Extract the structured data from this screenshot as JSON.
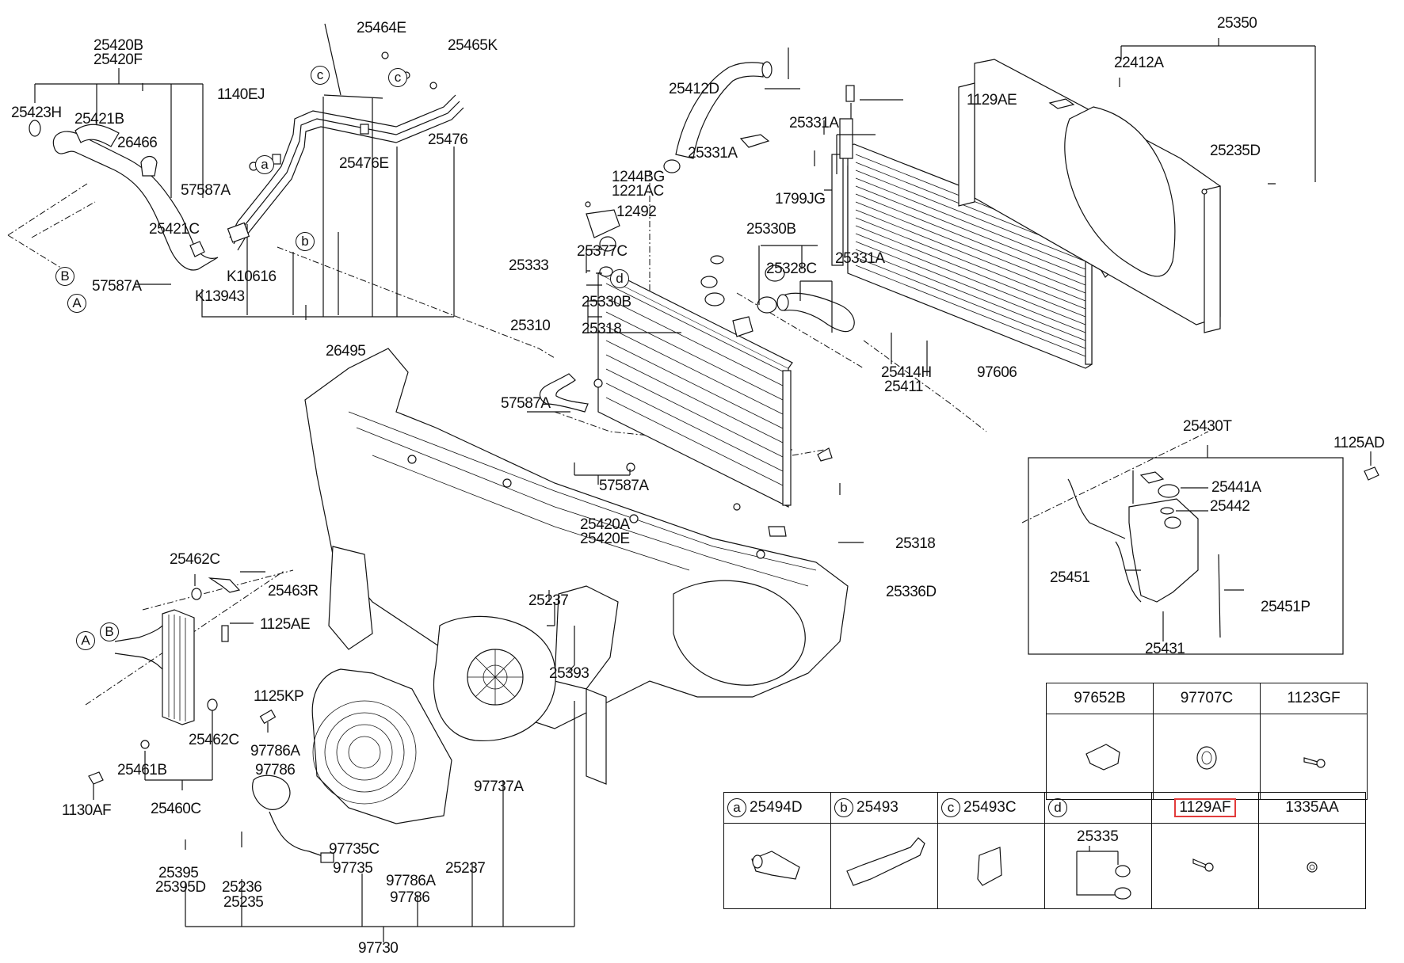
{
  "diagram": {
    "title": "Radiator / Cooling Fan / Condenser / Reservoir Parts Diagram",
    "highlighted_part": "1129AF",
    "highlight_color": "#e23b3b",
    "labels": {
      "p25420B": "25420B",
      "p25420F": "25420F",
      "p25423H": "25423H",
      "p25421B": "25421B",
      "p26466": "26466",
      "p57587A_1": "57587A",
      "p25421C": "25421C",
      "p57587A_2": "57587A",
      "p1140EJ": "1140EJ",
      "pK10616": "K10616",
      "pK13943": "K13943",
      "p26495": "26495",
      "p25464E": "25464E",
      "p25465K": "25465K",
      "p25476": "25476",
      "p25476E": "25476E",
      "p25412D": "25412D",
      "p25331A_1": "25331A",
      "p25331A_2": "25331A",
      "p1799JG": "1799JG",
      "p1244BG": "1244BG",
      "p1221AC": "1221AC",
      "p12492": "12492",
      "p25377C": "25377C",
      "p25333": "25333",
      "p25330B_1": "25330B",
      "p25310": "25310",
      "p25318_1": "25318",
      "p25330B_2": "25330B",
      "p25328C": "25328C",
      "p25331A_3": "25331A",
      "p25414H": "25414H",
      "p25411": "25411",
      "p25350": "25350",
      "p22412A": "22412A",
      "p1129AE": "1129AE",
      "p25235D": "25235D",
      "p97606": "97606",
      "p57587A_3": "57587A",
      "p57587A_4": "57587A",
      "p25420A": "25420A",
      "p25420E": "25420E",
      "p25318_2": "25318",
      "p25336D": "25336D",
      "p25430T": "25430T",
      "p1125AD": "1125AD",
      "p25441A": "25441A",
      "p25442": "25442",
      "p25451": "25451",
      "p25451P": "25451P",
      "p25431": "25431",
      "p25462C_1": "25462C",
      "p25463R": "25463R",
      "p1125AE": "1125AE",
      "p1125KP": "1125KP",
      "p25462C_2": "25462C",
      "p97786A_1": "97786A",
      "p97786_1": "97786",
      "p25461B": "25461B",
      "p1130AF": "1130AF",
      "p25460C": "25460C",
      "p25237_1": "25237",
      "p25393": "25393",
      "p97737A": "97737A",
      "p97735C": "97735C",
      "p97735": "97735",
      "p25395": "25395",
      "p25395D": "25395D",
      "p25236": "25236",
      "p25235": "25235",
      "p97786A_2": "97786A",
      "p97786_2": "97786",
      "p25237_2": "25237",
      "p97730": "97730"
    },
    "callouts": {
      "a": "a",
      "b": "b",
      "c": "c",
      "d": "d",
      "A": "A",
      "B": "B"
    }
  },
  "legend_table": {
    "top_row": [
      "97652B",
      "97707C",
      "1123GF"
    ],
    "bottom_row": [
      {
        "key": "a",
        "part": "25494D"
      },
      {
        "key": "b",
        "part": "25493"
      },
      {
        "key": "c",
        "part": "25493C"
      },
      {
        "key": "d",
        "part": "",
        "sub_part": "25335"
      },
      {
        "key": "",
        "part": "1129AF",
        "highlighted": true
      },
      {
        "key": "",
        "part": "1335AA"
      }
    ]
  }
}
